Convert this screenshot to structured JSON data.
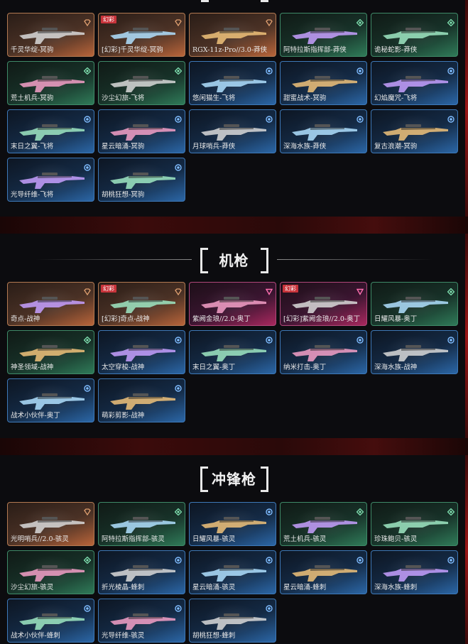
{
  "accent": {
    "red": "#c8343b"
  },
  "sections": [
    {
      "id": "sniper",
      "title": "",
      "cards": [
        {
          "name": "千灵华绽-冥驹",
          "rarity": "orange",
          "badge": ""
        },
        {
          "name": "[幻彩]千灵华绽-冥驹",
          "rarity": "orange",
          "badge": "幻彩"
        },
        {
          "name": "RGX-11z-Pro//3.0-莽侠",
          "rarity": "orange",
          "badge": ""
        },
        {
          "name": "阿特拉斯指挥部-莽侠",
          "rarity": "green",
          "badge": ""
        },
        {
          "name": "诡秘蛇影-莽侠",
          "rarity": "green",
          "badge": ""
        },
        {
          "name": "荒土机兵-冥驹",
          "rarity": "green",
          "badge": ""
        },
        {
          "name": "沙尘幻旅-飞将",
          "rarity": "green",
          "badge": ""
        },
        {
          "name": "悠闲猫生-飞将",
          "rarity": "blue",
          "badge": ""
        },
        {
          "name": "甜蜜战术-冥驹",
          "rarity": "blue",
          "badge": ""
        },
        {
          "name": "幻焰魔咒-飞将",
          "rarity": "blue",
          "badge": ""
        },
        {
          "name": "末日之翼-飞将",
          "rarity": "blue",
          "badge": ""
        },
        {
          "name": "星云暗涌-冥驹",
          "rarity": "blue",
          "badge": ""
        },
        {
          "name": "月球哨兵-莽侠",
          "rarity": "blue",
          "badge": ""
        },
        {
          "name": "深海水族-莽侠",
          "rarity": "blue",
          "badge": ""
        },
        {
          "name": "复古浪潮-冥驹",
          "rarity": "blue",
          "badge": ""
        },
        {
          "name": "光导纤维-飞将",
          "rarity": "blue",
          "badge": ""
        },
        {
          "name": "胡桃狂想-冥驹",
          "rarity": "blue",
          "badge": ""
        }
      ]
    },
    {
      "id": "mg",
      "title": "机枪",
      "cards": [
        {
          "name": "奇点-战神",
          "rarity": "orange",
          "badge": ""
        },
        {
          "name": "[幻彩]奇点-战神",
          "rarity": "orange",
          "badge": "幻彩"
        },
        {
          "name": "紫阙金琅//2.0-奥丁",
          "rarity": "pink",
          "badge": ""
        },
        {
          "name": "[幻彩]紫阙金琅//2.0-奥丁",
          "rarity": "pink",
          "badge": "幻彩"
        },
        {
          "name": "日耀风暴-奥丁",
          "rarity": "green",
          "badge": ""
        },
        {
          "name": "神圣领域-战神",
          "rarity": "green",
          "badge": ""
        },
        {
          "name": "太空穿梭-战神",
          "rarity": "blue",
          "badge": ""
        },
        {
          "name": "末日之翼-奥丁",
          "rarity": "blue",
          "badge": ""
        },
        {
          "name": "纳米打击-奥丁",
          "rarity": "blue",
          "badge": ""
        },
        {
          "name": "深海水族-战神",
          "rarity": "blue",
          "badge": ""
        },
        {
          "name": "战术小伙伴-奥丁",
          "rarity": "blue",
          "badge": ""
        },
        {
          "name": "萌彩剪影-战神",
          "rarity": "blue",
          "badge": ""
        }
      ]
    },
    {
      "id": "smg",
      "title": "冲锋枪",
      "cards": [
        {
          "name": "光明哨兵//2.0-骇灵",
          "rarity": "orange",
          "badge": ""
        },
        {
          "name": "阿特拉斯指挥部-骇灵",
          "rarity": "green",
          "badge": ""
        },
        {
          "name": "日耀风暴-骇灵",
          "rarity": "blue",
          "badge": ""
        },
        {
          "name": "荒土机兵-骇灵",
          "rarity": "green",
          "badge": ""
        },
        {
          "name": "珍珠鲍贝-骇灵",
          "rarity": "green",
          "badge": ""
        },
        {
          "name": "沙尘幻旅-骇灵",
          "rarity": "green",
          "badge": ""
        },
        {
          "name": "折光棱晶-蜂刺",
          "rarity": "blue",
          "badge": ""
        },
        {
          "name": "星云暗涌-骇灵",
          "rarity": "blue",
          "badge": ""
        },
        {
          "name": "星云暗涌-蜂刺",
          "rarity": "blue",
          "badge": ""
        },
        {
          "name": "深海水族-蜂刺",
          "rarity": "blue",
          "badge": ""
        },
        {
          "name": "战术小伙伴-蜂刺",
          "rarity": "blue",
          "badge": ""
        },
        {
          "name": "光导纤维-骇灵",
          "rarity": "blue",
          "badge": ""
        },
        {
          "name": "胡桃狂想-蜂刺",
          "rarity": "blue",
          "badge": ""
        }
      ]
    }
  ]
}
